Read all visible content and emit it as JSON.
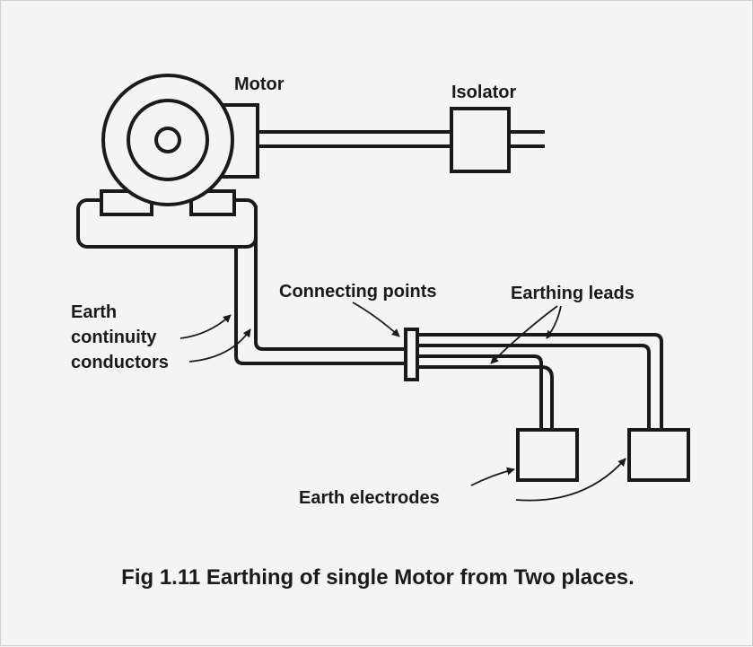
{
  "diagram": {
    "labels": {
      "motor": "Motor",
      "isolator": "Isolator",
      "connecting_points": "Connecting points",
      "earthing_leads": "Earthing leads",
      "earth_continuity_line1": "Earth",
      "earth_continuity_line2": "continuity",
      "earth_continuity_line3": "conductors",
      "earth_electrodes": "Earth electrodes"
    },
    "caption": "Fig 1.11 Earthing of single Motor from Two places.",
    "colors": {
      "ink": "#1a1a1a",
      "background": "#f4f4f4"
    }
  }
}
